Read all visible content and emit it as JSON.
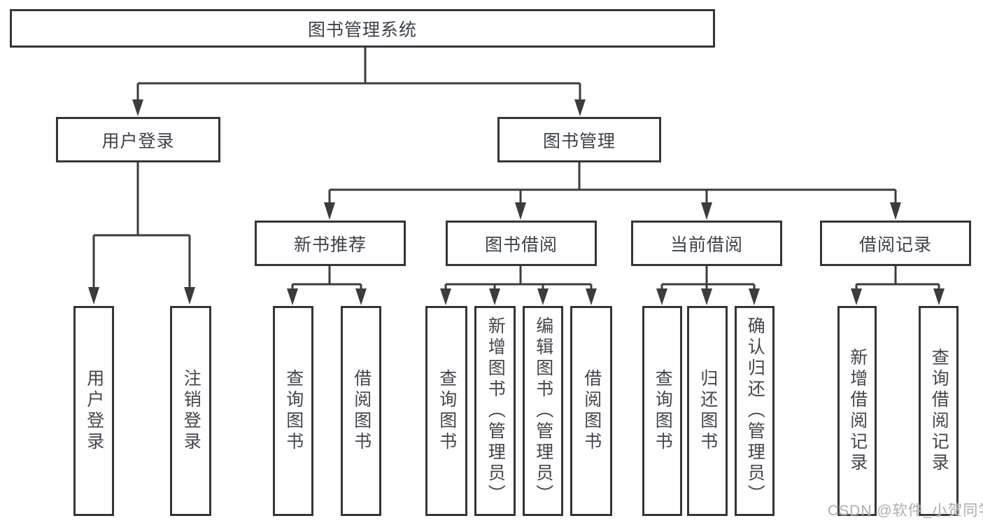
{
  "tree": {
    "root": "图书管理系统",
    "branches": [
      {
        "label": "用户登录",
        "leaves": [
          "用户登录",
          "注销登录"
        ]
      },
      {
        "label": "图书管理",
        "children": [
          {
            "label": "新书推荐",
            "leaves": [
              "查询图书",
              "借阅图书"
            ]
          },
          {
            "label": "图书借阅",
            "leaves": [
              "查询图书",
              "新增图书（管理员）",
              "编辑图书（管理员）",
              "借阅图书"
            ]
          },
          {
            "label": "当前借阅",
            "leaves": [
              "查询图书",
              "归还图书",
              "确认归还（管理员）"
            ]
          },
          {
            "label": "借阅记录",
            "leaves": [
              "新增借阅记录",
              "查询借阅记录"
            ]
          }
        ]
      }
    ]
  },
  "watermark": {
    "text": "CSDN @软件_小贺同学"
  },
  "colors": {
    "line": "#3a3d40",
    "box_border": "#333639",
    "text": "#3c4149",
    "watermark": "#adadad",
    "background": "#ffffff"
  }
}
